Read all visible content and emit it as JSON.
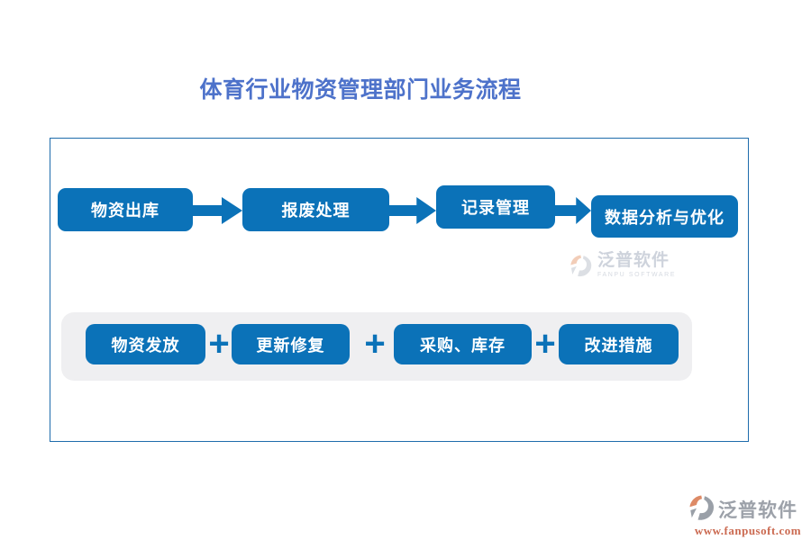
{
  "title": "体育行业物资管理部门业务流程",
  "top_flow": {
    "steps": [
      {
        "label": "物资出库"
      },
      {
        "label": "报废处理"
      },
      {
        "label": "记录管理"
      },
      {
        "label": "数据分析与优化"
      }
    ]
  },
  "bottom_flow": {
    "separator": "+",
    "steps": [
      {
        "label": "物资发放"
      },
      {
        "label": "更新修复"
      },
      {
        "label": "采购、库存"
      },
      {
        "label": "改进措施"
      }
    ]
  },
  "watermark": {
    "brand": "泛普软件",
    "subtitle": "FANPU SOFTWARE"
  },
  "footer": {
    "brand": "泛普软件",
    "url": "www.fanpusoft.com"
  },
  "colors": {
    "box_blue": "#0b72b8",
    "title_blue": "#4d72ca",
    "frame_border": "#1e6cac",
    "group_bg": "#efeff1",
    "url_orange": "#cb6a51",
    "logo_gray": "#9ca1a9",
    "logo_orange": "#dd8a66"
  }
}
